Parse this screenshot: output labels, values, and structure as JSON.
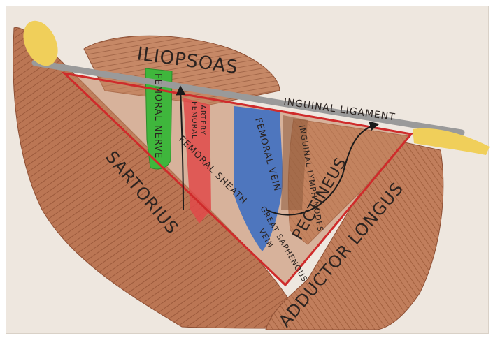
{
  "labels": {
    "iliopsoas": "ILIOPSOAS",
    "inguinal_ligament": "INGUINAL LIGAMENT",
    "femoral_nerve": "FEMORAL NERVE",
    "femoral_artery_line1": "FEMORAL",
    "femoral_artery_line2": "ARTERY",
    "femoral_vein": "FEMORAL VEIN",
    "inguinal_lymph_nodes": "INGUINAL LYMPH NODES",
    "femoral_sheath": "FEMORAL SHEATH",
    "great_saphenous_vein_line1": "GREAT SAPHENOUS",
    "great_saphenous_vein_line2": "VEIN",
    "pectineus": "PECTINEUS",
    "sartorius": "SARTORIUS",
    "adductor_longus": "ADDUCTOR LONGUS"
  },
  "colors": {
    "paper": "#eee7df",
    "muscle": "#b9734f",
    "muscle_dark": "#8d4f34",
    "triangle_outline": "#cf2b2b",
    "ligament": "#9a9a9a",
    "ligament_end": "#f0cf5a",
    "nerve": "#3fb63c",
    "artery": "#e04a4a",
    "vein": "#3f6fc2",
    "arrow": "#1a1a1a"
  }
}
